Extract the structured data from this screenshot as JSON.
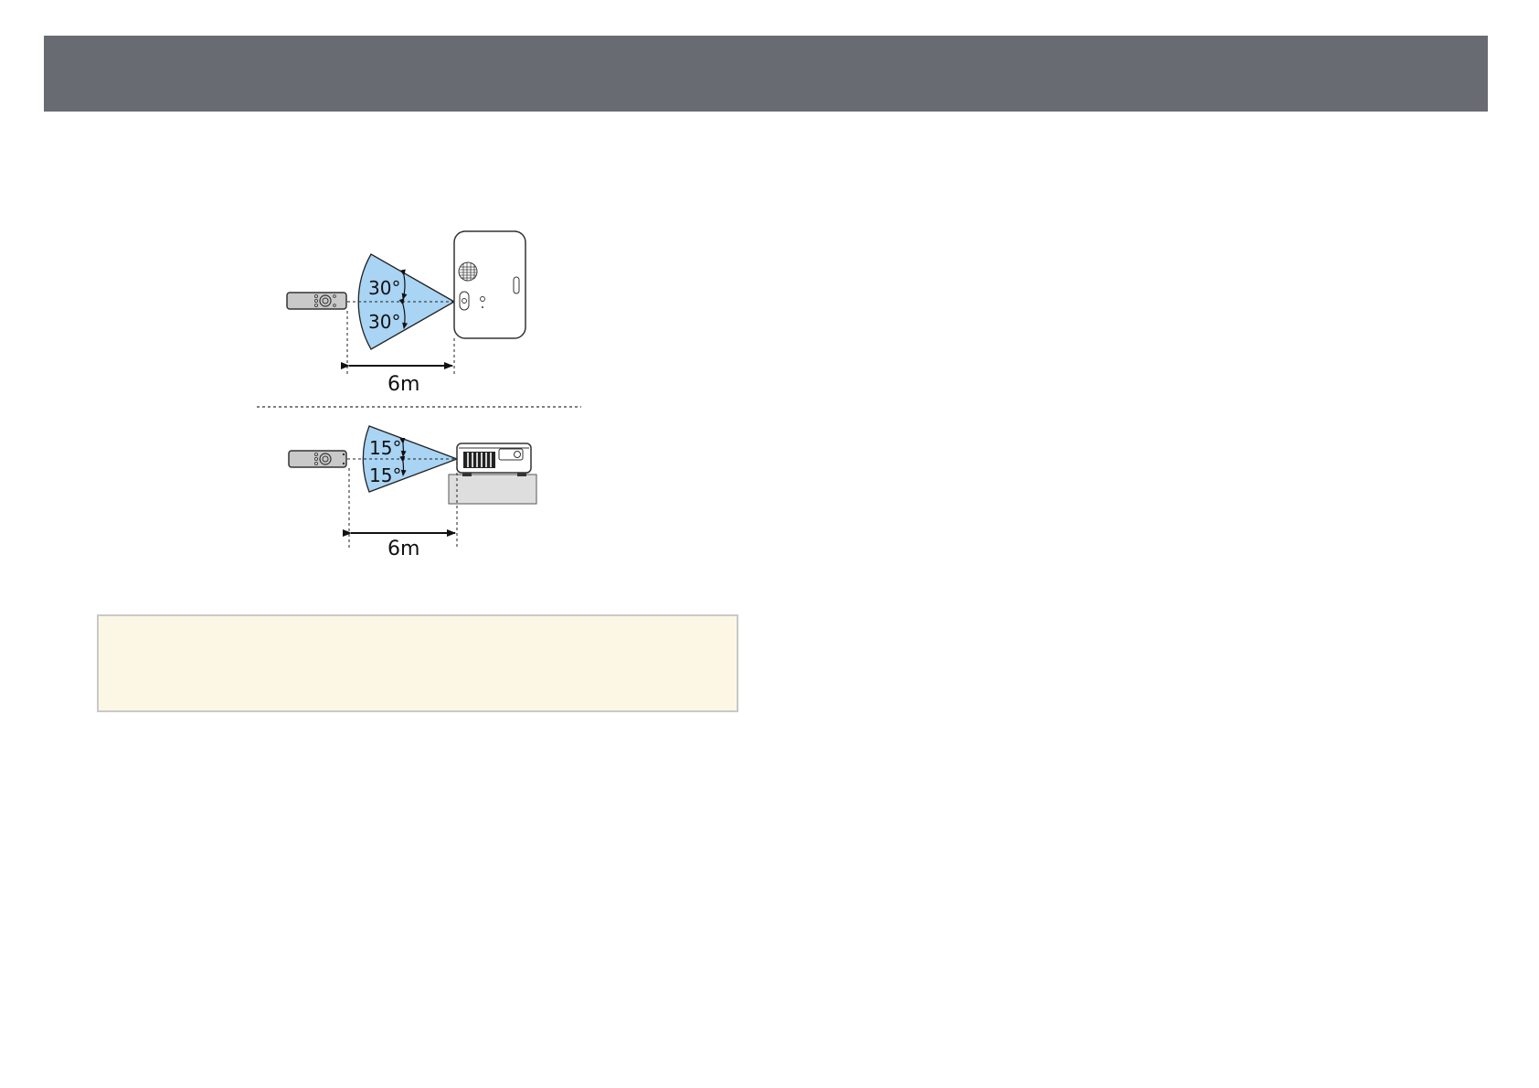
{
  "diagram": {
    "top_view": {
      "angle_upper": "30°",
      "angle_lower": "30°",
      "distance": "6m"
    },
    "side_view": {
      "angle_upper": "15°",
      "angle_lower": "15°",
      "distance": "6m"
    }
  },
  "colors": {
    "header_bar": "#696b73",
    "reception_area": "#a9d4f3",
    "note_background": "#fcf7e5",
    "note_border": "#c8c8c8"
  }
}
